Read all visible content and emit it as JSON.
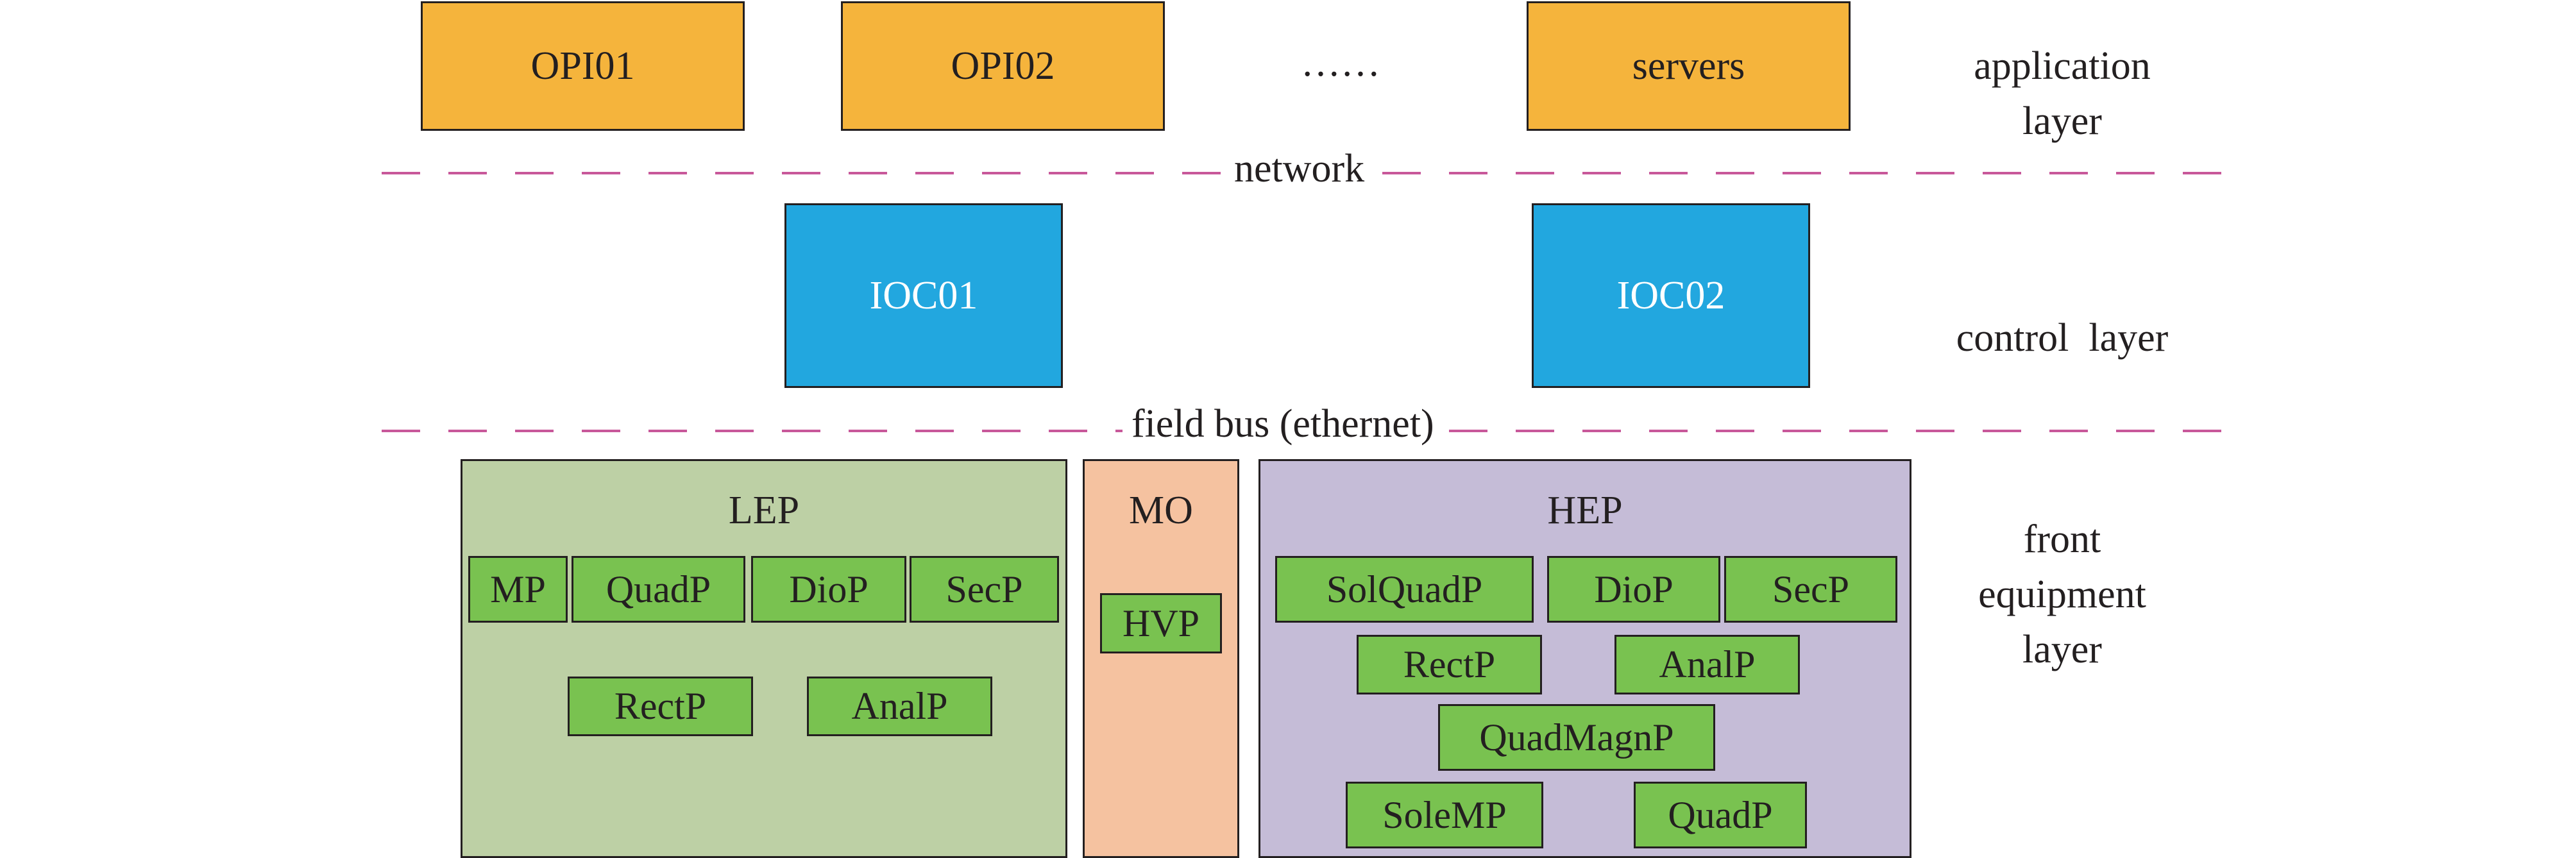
{
  "application_layer": {
    "nodes": [
      "OPI01",
      "OPI02",
      "servers"
    ],
    "ellipsis": "……",
    "label_line1": "application",
    "label_line2": "layer"
  },
  "network": {
    "label": "network"
  },
  "control_layer": {
    "nodes": [
      "IOC01",
      "IOC02"
    ],
    "label": "control  layer"
  },
  "field_bus": {
    "label": "field bus (ethernet)"
  },
  "front_layer": {
    "label_line1": "front",
    "label_line2": "equipment",
    "label_line3": "layer",
    "groups": [
      {
        "title": "LEP",
        "items": [
          "MP",
          "QuadP",
          "DioP",
          "SecP",
          "RectP",
          "AnalP"
        ]
      },
      {
        "title": "MO",
        "items": [
          "HVP"
        ]
      },
      {
        "title": "HEP",
        "items": [
          "SolQuadP",
          "DioP",
          "SecP",
          "RectP",
          "AnalP",
          "QuadMagnP",
          "SoleMP",
          "QuadP"
        ]
      }
    ]
  },
  "colors": {
    "opi": "#f5b43c",
    "ioc": "#22a7df",
    "lep_bg": "#bdd0a5",
    "mo_bg": "#f5c2a0",
    "hep_bg": "#c5bcd7",
    "component": "#79c250",
    "dash_line": "#c8589a"
  }
}
